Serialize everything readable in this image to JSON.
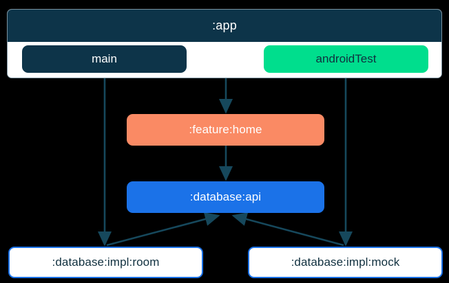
{
  "diagram": {
    "type": "module-dependency-graph",
    "background_color": "#000000",
    "edge_color": "#16485C",
    "cluster": {
      "id": "app",
      "label": ":app",
      "header_color": "#0D3449",
      "header_text_color": "#FFFFFF",
      "body_color": "#FFFFFF",
      "border_color": "#7C93A0",
      "chips": [
        {
          "id": "main",
          "label": "main",
          "fill": "#0D3449",
          "text_color": "#FFFFFF"
        },
        {
          "id": "androidTest",
          "label": "androidTest",
          "fill": "#00DE8D",
          "text_color": "#10303F"
        }
      ]
    },
    "nodes": [
      {
        "id": "feature-home",
        "label": ":feature:home",
        "fill": "#FA8A64",
        "text_color": "#FFFFFF",
        "style": "filled"
      },
      {
        "id": "database-api",
        "label": ":database:api",
        "fill": "#1B72E8",
        "text_color": "#FFFFFF",
        "style": "filled"
      },
      {
        "id": "database-impl-room",
        "label": ":database:impl:room",
        "fill": "#FFFFFF",
        "text_color": "#10303F",
        "border_color": "#1B72E8",
        "style": "outlined"
      },
      {
        "id": "database-impl-mock",
        "label": ":database:impl:mock",
        "fill": "#FFFFFF",
        "text_color": "#10303F",
        "border_color": "#1B72E8",
        "style": "outlined"
      }
    ],
    "edges": [
      {
        "from": "app",
        "to": "feature-home"
      },
      {
        "from": "feature-home",
        "to": "database-api"
      },
      {
        "from": "main",
        "to": "database-impl-room"
      },
      {
        "from": "androidTest",
        "to": "database-impl-mock"
      },
      {
        "from": "database-impl-room",
        "to": "database-api"
      },
      {
        "from": "database-impl-mock",
        "to": "database-api"
      }
    ]
  }
}
